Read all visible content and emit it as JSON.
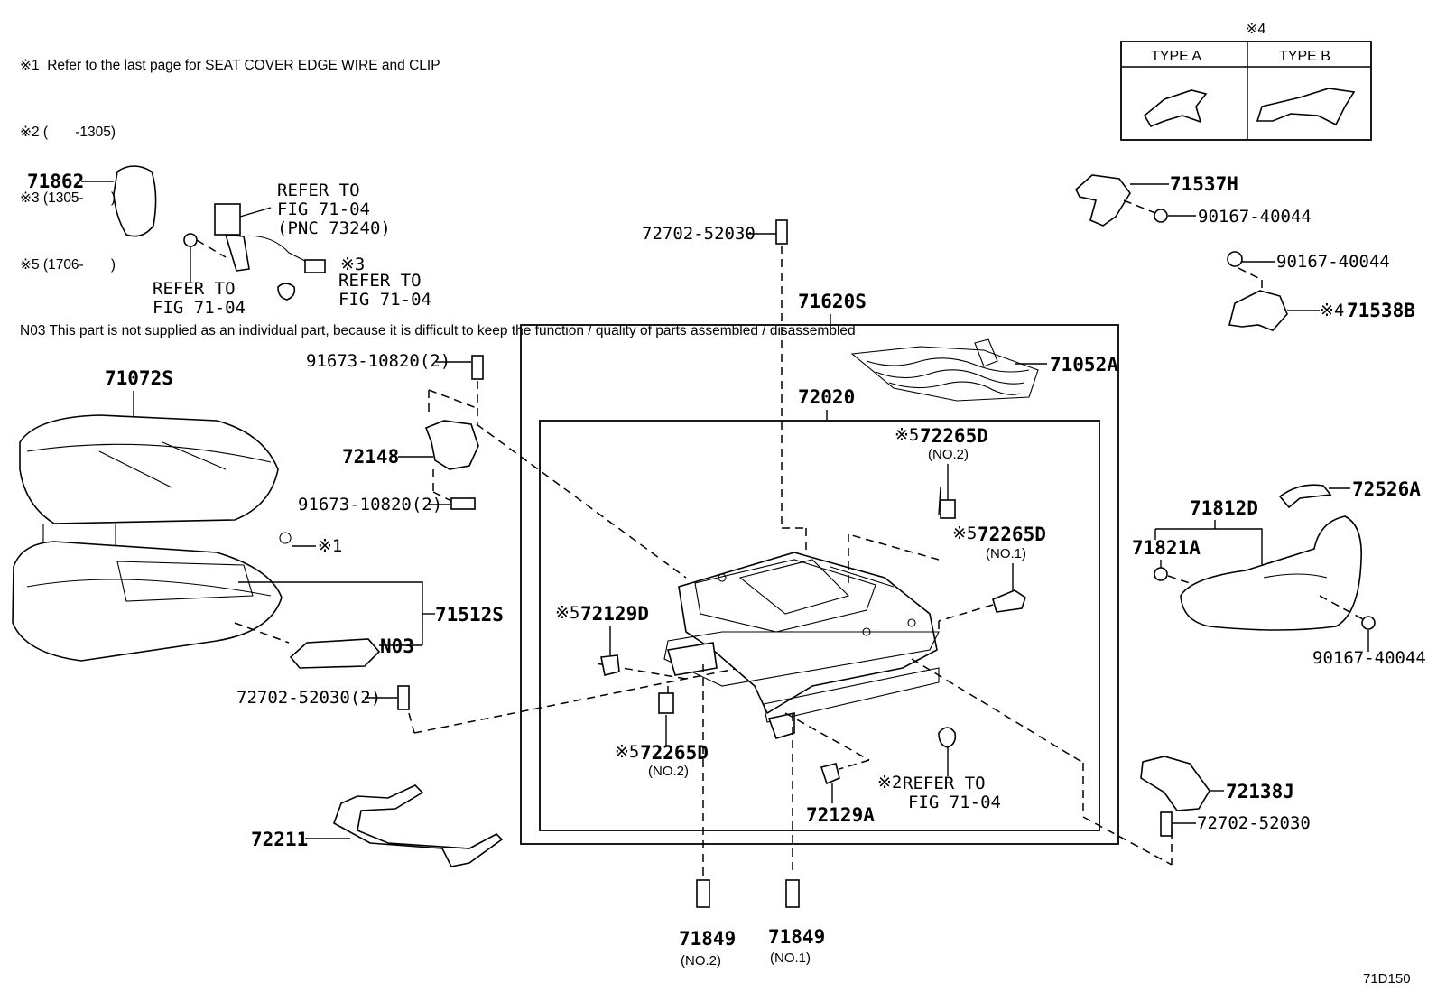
{
  "notes": [
    "※1  Refer to the last page for SEAT COVER EDGE WIRE and CLIP",
    "※2 (       -1305)",
    "※3 (1305-       )",
    "※5 (1706-       )",
    "N03 This part is not supplied as an individual part, because it is difficult to keep the function / quality of parts assembled / disassembled"
  ],
  "type_table": {
    "title": "※4",
    "type_a": "TYPE A",
    "type_b": "TYPE B"
  },
  "labels": {
    "p71862": "71862",
    "refer_belt_1": "REFER TO",
    "refer_belt_2": "FIG 71-04",
    "refer_belt_3": "(PNC 73240)",
    "refer_left_1": "REFER TO",
    "refer_left_2": "FIG 71-04",
    "mark3": "※3",
    "refer_mid_1": "REFER TO",
    "refer_mid_2": "FIG 71-04",
    "p72702_top": "72702-52030",
    "p71537h": "71537H",
    "p90167_a": "90167-40044",
    "p90167_b": "90167-40044",
    "p71538b_mark": "※4",
    "p71538b": "71538B",
    "p71620s": "71620S",
    "p71052a": "71052A",
    "p72020": "72020",
    "p91673_top": "91673-10820(2)",
    "p72148": "72148",
    "p91673_bot": "91673-10820(2)",
    "p71072s": "71072S",
    "mark1": "※1",
    "p71512s": "71512S",
    "n03": "N03",
    "p72702_2": "72702-52030(2)",
    "p72265d_a": "72265D",
    "p72265d_a_mark": "※5",
    "p72265d_a_sub": "(NO.2)",
    "p72265d_b": "72265D",
    "p72265d_b_mark": "※5",
    "p72265d_b_sub": "(NO.1)",
    "p72129d": "72129D",
    "p72129d_mark": "※5",
    "p72265d_c": "72265D",
    "p72265d_c_mark": "※5",
    "p72265d_c_sub": "(NO.2)",
    "p72129a": "72129A",
    "refer_bot_mark": "※2",
    "refer_bot_1": "REFER TO",
    "refer_bot_2": "FIG 71-04",
    "p72211": "72211",
    "p71849_a": "71849",
    "p71849_a_sub": "(NO.2)",
    "p71849_b": "71849",
    "p71849_b_sub": "(NO.1)",
    "p71812d": "71812D",
    "p71821a": "71821A",
    "p72526a": "72526A",
    "p90167_c": "90167-40044",
    "p72138j": "72138J",
    "p72702_br": "72702-52030",
    "fig_code": "71D150"
  }
}
